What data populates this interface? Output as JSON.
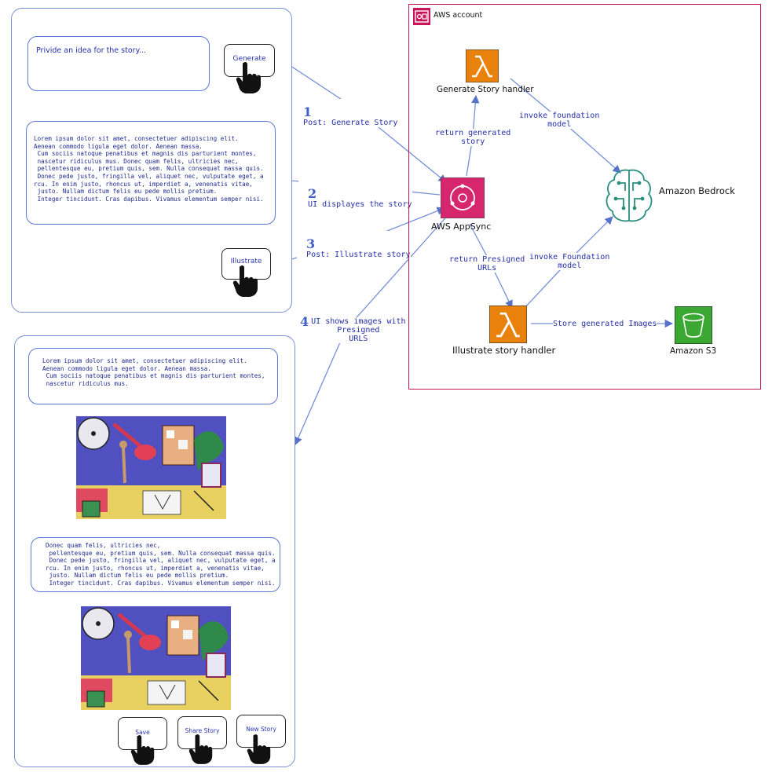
{
  "aws_account_label": "AWS account",
  "story_panel": {
    "prompt_placeholder": "Privide an idea for the story...",
    "generate_label": "Generate",
    "story_text": "Lorem ipsum dolor sit amet, consectetuer adipiscing elit.\nAenean commodo ligula eget dolor. Aenean massa.\n Cum sociis natoque penatibus et magnis dis parturient montes,\n nascetur ridiculus mus. Donec quam felis, ultricies nec,\n pellentesque eu, pretium quis, sem. Nulla consequat massa quis.\n Donec pede justo, fringilla vel, aliquet nec, vulputate eget, a\nrcu. In enim justo, rhoncus ut, imperdiet a, venenatis vitae,\n justo. Nullam dictum felis eu pede mollis pretium.\n Integer tincidunt. Cras dapibus. Vivamus elementum semper nisi.",
    "illustrate_label": "Illustrate"
  },
  "illustrated_panel": {
    "paragraph_1": "Lorem ipsum dolor sit amet, consectetuer adipiscing elit.\nAenean commodo ligula eget dolor. Aenean massa.\n Cum sociis natoque penatibus et magnis dis parturient montes,\n nascetur ridiculus mus.",
    "paragraph_2": "Donec quam felis, ultricies nec,\n pellentesque eu, pretium quis, sem. Nulla consequat massa quis.\n Donec pede justo, fringilla vel, aliquet nec, vulputate eget, a\nrcu. In enim justo, rhoncus ut, imperdiet a, venenatis vitae,\n justo. Nullam dictum felis eu pede mollis pretium.\n Integer tincidunt. Cras dapibus. Vivamus elementum semper nisi.",
    "save_label": "Save",
    "share_label": "Share Story",
    "new_story_label": "New Story"
  },
  "steps": {
    "step1_num": "1",
    "step1_text": "Post: Generate Story",
    "step2_num": "2",
    "step2_text": "UI displayes the story",
    "step3_num": "3",
    "step3_text": "Post: Illustrate story",
    "step4_num": "4",
    "step4_text": "UI shows images with\nPresigned\nURLS"
  },
  "services": {
    "generate_handler": "Generate Story handler",
    "appsync": "AWS AppSync",
    "bedrock": "Amazon Bedrock",
    "illustrate_handler": "Illustrate story handler",
    "s3": "Amazon S3"
  },
  "edges": {
    "return_generated": "return generated\nstory",
    "invoke_foundation_1": "invoke foundation\nmodel",
    "return_presigned": "return Presigned\nURLs",
    "invoke_foundation_2": "invoke Foundation\nmodel",
    "store_images": "Store generated Images"
  },
  "colors": {
    "aws_border": "#c7145a",
    "lambda_orange": "#e8820c",
    "appsync_pink": "#d6266d",
    "bedrock_teal": "#2b8f7f",
    "s3_green": "#3aa832",
    "ui_blue": "#2530a8",
    "arrow_blue": "#7690d8"
  }
}
